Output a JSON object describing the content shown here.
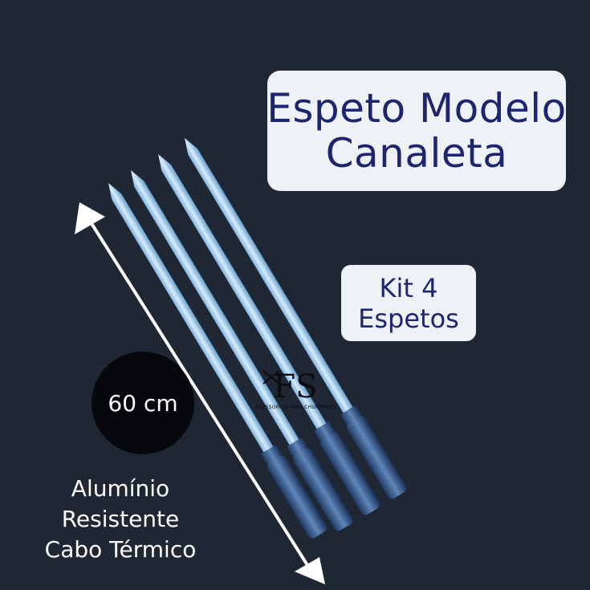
{
  "title": {
    "line1": "Espeto Modelo",
    "line2": "Canaleta"
  },
  "kit": {
    "line1": "Kit 4",
    "line2": "Espetos"
  },
  "size_label": "60 cm",
  "features": [
    "Alumínio",
    "Resistente",
    "Cabo Térmico"
  ],
  "logo": {
    "letters": "FS",
    "tagline": "ACESSÓRIOS PARA CHURRASCO"
  },
  "colors": {
    "background": "#1e2733",
    "label_box": "#eef2f7",
    "label_text": "#1d2470",
    "skewer_blade": "#a9d2f0",
    "handle": "#2e4f7f",
    "arrow": "#ffffff"
  }
}
